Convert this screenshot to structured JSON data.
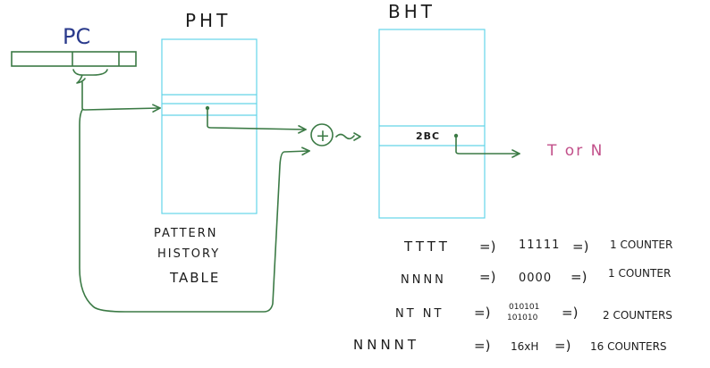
{
  "labels": {
    "pc": "PC",
    "pht": "PHT",
    "bht": "BHT",
    "counter": "2BC",
    "xor": "+",
    "output": "T or N",
    "pht_caption": [
      "PATTERN",
      "HISTORY",
      "TABLE"
    ]
  },
  "patterns": [
    {
      "pattern": "TTTT",
      "arrow1": "=)",
      "encoding": [
        "11111"
      ],
      "arrow2": "=)",
      "result": "1 COUNTER"
    },
    {
      "pattern": "NNNN",
      "arrow1": "=)",
      "encoding": [
        "0000"
      ],
      "arrow2": "=)",
      "result": "1 COUNTER"
    },
    {
      "pattern": "NT NT",
      "arrow1": "=)",
      "encoding": [
        "010101",
        "101010"
      ],
      "arrow2": "=)",
      "result": "2 COUNTERS"
    },
    {
      "pattern": "NNNNT",
      "arrow1": "=)",
      "encoding": [
        "16xH"
      ],
      "arrow2": "=)",
      "result": "16 COUNTERS"
    }
  ],
  "colors": {
    "ink": "#1c1c1c",
    "wire": "#3b7a45",
    "table_outline": "#63d4e8",
    "pc_label": "#2a3a8c",
    "output_label": "#c2508a"
  }
}
